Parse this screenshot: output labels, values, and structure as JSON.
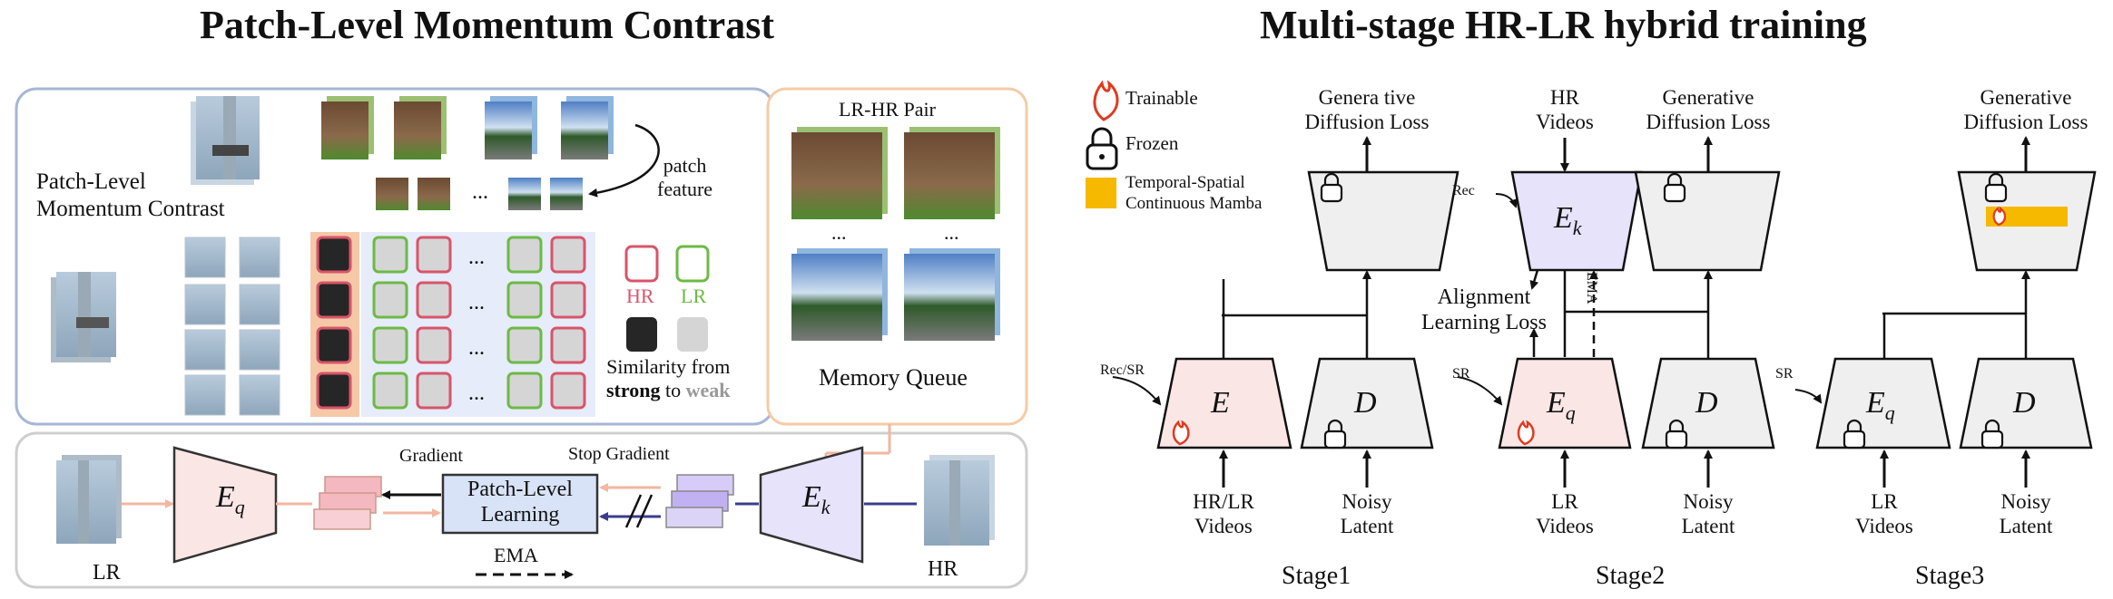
{
  "left_panel": {
    "title": "Patch-Level Momentum Contrast",
    "patch_label_line1": "Patch-Level",
    "patch_label_line2": "Momentum Contrast",
    "patch_feature_line1": "patch",
    "patch_feature_line2": "feature",
    "ellipsis": "...",
    "legend_hr": "HR",
    "legend_lr": "LR",
    "similarity_line1": "Similarity from",
    "similarity_strong": "strong",
    "similarity_to": "to",
    "similarity_weak": "weak",
    "lr_hr_pair": "LR-HR Pair",
    "memory_queue": "Memory Queue",
    "gradient": "Gradient",
    "stop_gradient": "Stop Gradient",
    "patch_learning_line1": "Patch-Level",
    "patch_learning_line2": "Learning",
    "ema": "EMA",
    "eq_label": "E",
    "eq_sub": "q",
    "ek_label": "E",
    "ek_sub": "k",
    "lr_caption": "LR",
    "hr_caption": "HR",
    "colors": {
      "hr": "#d9546a",
      "lr": "#6cba45",
      "strong": "#262626",
      "weak": "#d5d5d5",
      "ek_fill": "#e6e3fb",
      "eq_fill": "#fbe6e6"
    }
  },
  "right_panel": {
    "title": "Multi-stage HR-LR hybrid training",
    "legend": {
      "trainable": "Trainable",
      "frozen": "Frozen",
      "mamba_line1": "Temporal-Spatial",
      "mamba_line2": "Continuous Mamba",
      "mamba_color": "#f7b800"
    },
    "stage1": {
      "loss_line1": "Genera tive",
      "loss_line2": "Diffusion Loss",
      "cond": "Rec/SR",
      "enc": "E",
      "dec": "D",
      "in1_line1": "HR/LR",
      "in1_line2": "Videos",
      "in2_line1": "Noisy",
      "in2_line2": "Latent",
      "name": "Stage1"
    },
    "stage2": {
      "hr_line1": "HR",
      "hr_line2": "Videos",
      "loss_line1": "Generative",
      "loss_line2": "Diffusion Loss",
      "rec": "Rec",
      "ek": "E",
      "ek_sub": "k",
      "ema": "EMA",
      "align_line1": "Alignment",
      "align_line2": "Learning Loss",
      "cond": "SR",
      "eq": "E",
      "eq_sub": "q",
      "dec": "D",
      "in1_line1": "LR",
      "in1_line2": "Videos",
      "in2_line1": "Noisy",
      "in2_line2": "Latent",
      "name": "Stage2"
    },
    "stage3": {
      "loss_line1": "Generative",
      "loss_line2": "Diffusion Loss",
      "cond": "SR",
      "eq": "E",
      "eq_sub": "q",
      "dec": "D",
      "in1_line1": "LR",
      "in1_line2": "Videos",
      "in2_line1": "Noisy",
      "in2_line2": "Latent",
      "name": "Stage3"
    }
  }
}
